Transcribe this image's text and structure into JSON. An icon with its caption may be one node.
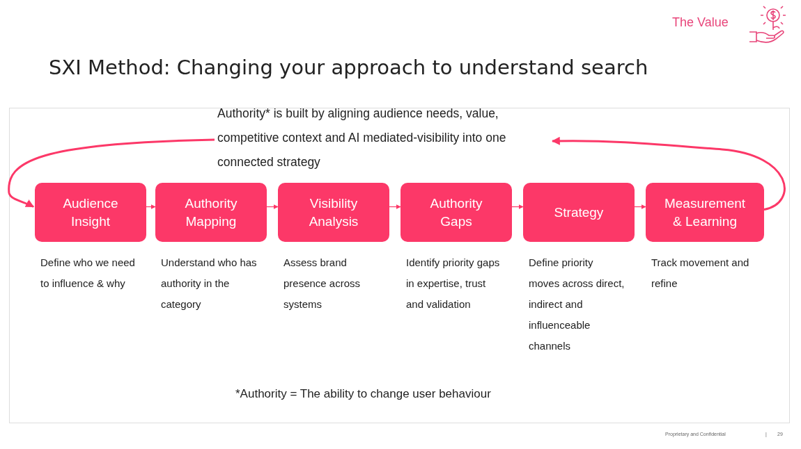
{
  "diagram": {
    "title": "SXI Method: Changing your approach to understand search",
    "nodes": [
      {
        "text": [
          "Authority* is built by aligning audience needs, value, competitive context and AI mediated-visibility into one connected strategy"
        ]
      },
      {
        "text": [
          "Audience Insight"
        ],
        "beside": [
          "Define who we need to influence & why"
        ]
      },
      {
        "text": [
          "Authority Mapping"
        ],
        "beside": [
          "Understand who has authority in the category"
        ]
      },
      {
        "text": [
          "Visibility Analysis"
        ],
        "beside": [
          "Assess brand presence across systems"
        ]
      },
      {
        "text": [
          "Authority Gaps"
        ],
        "beside": [
          "Identify priority gaps in expertise, trust and validation"
        ]
      },
      {
        "text": [
          "Strategy"
        ],
        "beside": [
          "Define priority moves across direct, indirect and influenceable channels"
        ]
      },
      {
        "text": [
          "Measurement & Learning"
        ],
        "beside": [
          "Track movement and refine"
        ]
      }
    ],
    "edges": [
      {
        "from": 1,
        "to": 2,
        "arrow": "to"
      },
      {
        "from": 2,
        "to": 3,
        "arrow": "to"
      },
      {
        "from": 3,
        "to": 4,
        "arrow": "to"
      },
      {
        "from": 4,
        "to": 5,
        "arrow": "to"
      },
      {
        "from": 5,
        "to": 6,
        "arrow": "to"
      },
      {
        "from": 6,
        "to": 0,
        "arrow": "to",
        "style": "thick"
      },
      {
        "from": 0,
        "to": 1,
        "arrow": "to",
        "style": "thick"
      }
    ],
    "labels": [
      "The Value",
      "*Authority = The ability to change user behaviour",
      "Proprietary and Confidential",
      "|",
      "29"
    ]
  }
}
